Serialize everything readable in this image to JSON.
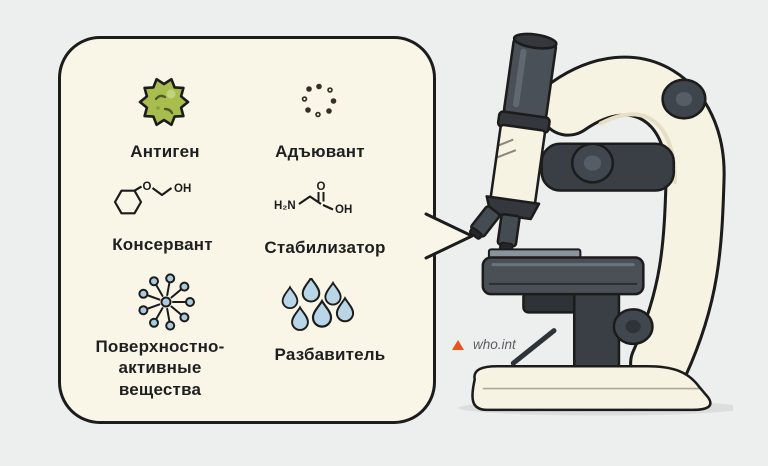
{
  "colors": {
    "background": "#edefee",
    "bubble_fill": "#f9f6e7",
    "outline": "#1c1c1c",
    "antigen_green": "#a9bd4f",
    "drop_blue": "#b9d6e8",
    "microscope_cream": "#f7f3e2",
    "microscope_dark": "#4a5057",
    "attribution_triangle": "#e8541d"
  },
  "bubble": {
    "items": [
      {
        "id": "antigen",
        "icon": "virus-icon",
        "label": "Антиген"
      },
      {
        "id": "adjuvant",
        "icon": "dots-icon",
        "label": "Адъювант"
      },
      {
        "id": "preservative",
        "icon": "phenoxyethanol-structure-icon",
        "label": "Консервант",
        "atoms": {
          "o": "O",
          "oh": "OH"
        }
      },
      {
        "id": "stabilizer",
        "icon": "glycine-structure-icon",
        "label": "Стабилизатор",
        "atoms": {
          "h2n": "H₂N",
          "o": "O",
          "oh": "OH"
        }
      },
      {
        "id": "surfactant",
        "icon": "micelle-icon",
        "label": "Поверхностно-\nактивные\nвещества"
      },
      {
        "id": "diluent",
        "icon": "droplets-icon",
        "label": "Разбавитель"
      }
    ]
  },
  "attribution": {
    "source": "who.int"
  }
}
